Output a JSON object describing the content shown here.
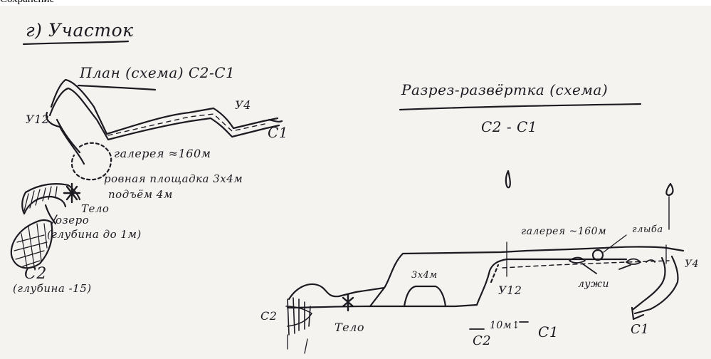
{
  "caption": "Сохранение",
  "section_title": "г) Участок",
  "plan": {
    "title": "План (схема) С2-С1",
    "labels": {
      "u12": "У12",
      "u4": "У4",
      "c1": "С1",
      "gallery": "галерея ≈160м",
      "platform_line1": "ровная площадка 3х4м",
      "platform_line2": "подъём 4м",
      "body": "Тело",
      "lake_line1": "озеро",
      "lake_line2": "(глубина до 1м)",
      "c2": "С2",
      "c2_depth": "(глубина -15)"
    }
  },
  "section": {
    "title": "Разрез-развёртка (схема)",
    "subtitle": "С2 - С1",
    "labels": {
      "gallery": "галерея ~160м",
      "block": "глыба",
      "u4": "У4",
      "puddles": "лужи",
      "dim_3x4": "3х4м",
      "u12": "У12",
      "c2": "С2",
      "body": "Тело",
      "height_10m": "10м↕",
      "c2_bottom": "С2",
      "c1_bottom": "С1",
      "c1": "С1"
    }
  },
  "colors": {
    "ink": "#1d1b22",
    "paper": "#f4f3ef"
  }
}
